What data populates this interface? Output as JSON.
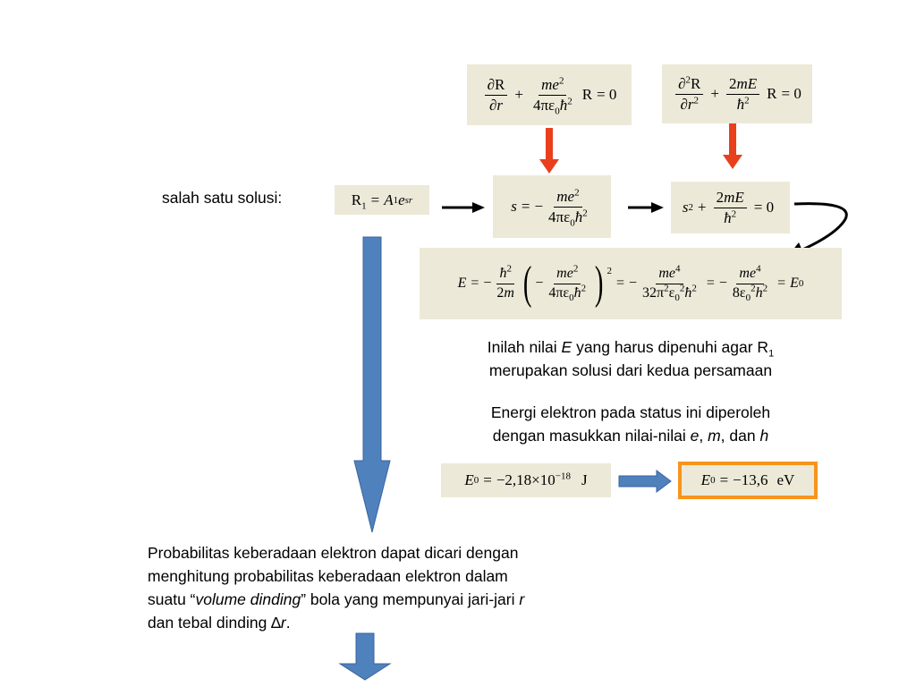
{
  "colors": {
    "box_bg": "#ece9d8",
    "red_arrow": "#e8401c",
    "blue_arrow": "#4f81bd",
    "orange_border": "#f7941d"
  },
  "equations": {
    "eq1": "∂R/∂r + me²/(4πε₀ħ²) R = 0",
    "eq2": "∂²R/∂r² + 2mE/ħ² R = 0",
    "solution": "R₁ = A₁e^sr",
    "s_value": "s = −me²/(4πε₀ħ²)",
    "quadratic": "s² + 2mE/ħ² = 0",
    "energy": "E = −ħ²/2m (−me²/(4πε₀ħ²))² = −me⁴/(32π²ε₀²ħ²) = −me⁴/(8ε₀²h²) = E₀",
    "e0_joule": "E₀ = −2,18×10⁻¹⁸ J",
    "e0_ev": "E₀ = −13,6 eV"
  },
  "text": {
    "salah_satu": "salah satu solusi:",
    "inilah_1": "Inilah nilai",
    "inilah_E": "E",
    "inilah_2": "yang harus dipenuhi agar R",
    "inilah_sub": "1",
    "inilah_line2": "merupakan solusi dari kedua persamaan",
    "energi_line1": "Energi elektron pada status ini diperoleh",
    "energi_line2a": "dengan masukkan nilai-nilai",
    "energi_e": "e",
    "energi_m": "m",
    "energi_dan": "dan",
    "energi_h": "h",
    "prob_line1": "Probabilitas keberadaan elektron dapat dicari dengan",
    "prob_line2": "menghitung probabilitas keberadaan elektron dalam",
    "prob_line3a": "suatu “",
    "prob_line3_italic": "volume dinding",
    "prob_line3b": "” bola yang mempunyai jari-jari",
    "prob_line3_r": "r",
    "prob_line4a": "dan tebal dinding ∆",
    "prob_line4_r": "r",
    "prob_line4_end": "."
  }
}
